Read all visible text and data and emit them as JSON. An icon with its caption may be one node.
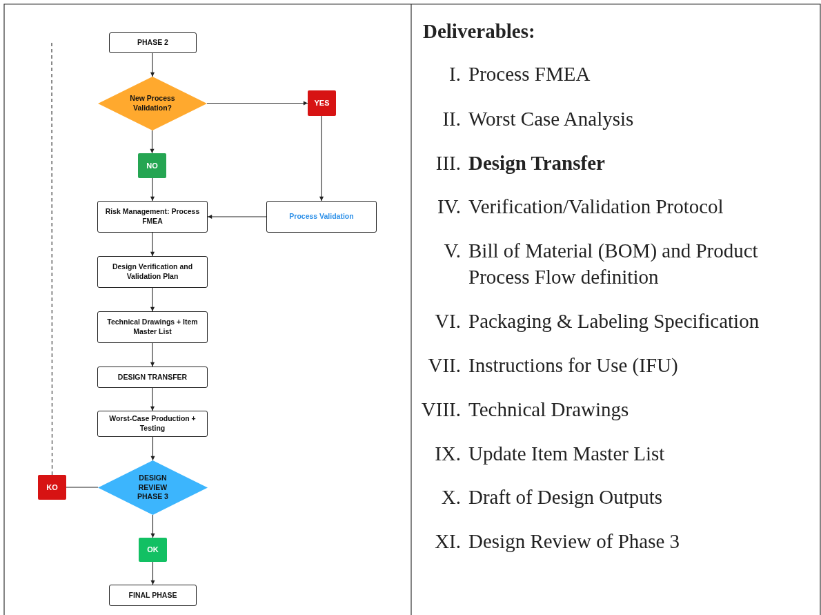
{
  "diagram": {
    "nodes": [
      {
        "text": [
          "PHASE 2"
        ]
      },
      {
        "text": [
          "New Process Validation?"
        ]
      },
      {
        "text": [
          "YES"
        ]
      },
      {
        "text": [
          "NO"
        ]
      },
      {
        "text": [
          "Risk Management: Process FMEA"
        ]
      },
      {
        "text": [
          "Process Validation"
        ]
      },
      {
        "text": [
          "Design Verification and Validation Plan"
        ]
      },
      {
        "text": [
          "Technical Drawings + Item Master List"
        ]
      },
      {
        "text": [
          "DESIGN TRANSFER"
        ]
      },
      {
        "text": [
          "Worst-Case Production + Testing"
        ]
      },
      {
        "text": [
          "DESIGN REVIEW PHASE 3"
        ]
      },
      {
        "text": [
          "KO"
        ]
      },
      {
        "text": [
          "OK"
        ]
      },
      {
        "text": [
          "FINAL PHASE"
        ]
      }
    ],
    "edges": [
      {
        "from": 0,
        "to": 1,
        "arrow": "to"
      },
      {
        "from": 1,
        "to": 2,
        "arrow": "to"
      },
      {
        "from": 1,
        "to": 3,
        "arrow": "to"
      },
      {
        "from": 3,
        "to": 4,
        "arrow": "to"
      },
      {
        "from": 2,
        "to": 5,
        "arrow": "to"
      },
      {
        "from": 5,
        "to": 4,
        "arrow": "to"
      },
      {
        "from": 4,
        "to": 6,
        "arrow": "to"
      },
      {
        "from": 6,
        "to": 7,
        "arrow": "to"
      },
      {
        "from": 7,
        "to": 8,
        "arrow": "to"
      },
      {
        "from": 8,
        "to": 9,
        "arrow": "to"
      },
      {
        "from": 9,
        "to": 10,
        "arrow": "to"
      },
      {
        "from": 10,
        "to": 11,
        "arrow": "none"
      },
      {
        "from": 11,
        "to": null,
        "arrow": "none",
        "style": "dashed"
      },
      {
        "from": 10,
        "to": 12,
        "arrow": "to"
      },
      {
        "from": 12,
        "to": 13,
        "arrow": "to"
      }
    ],
    "labels": [
      "Deliverables:",
      "I. Process FMEA",
      "II. Worst Case Analysis",
      "III. **Design Transfer**",
      "IV. Verification/Validation Protocol",
      "V. Bill of Material (BOM) and Product Process Flow definition",
      "VI. Packaging & Labeling Specification",
      "VII. Instructions for Use (IFU)",
      "VIII. Technical Drawings",
      "IX. Update Item Master List",
      "X. Draft of Design Outputs",
      "XI. Design Review of Phase 3"
    ]
  }
}
